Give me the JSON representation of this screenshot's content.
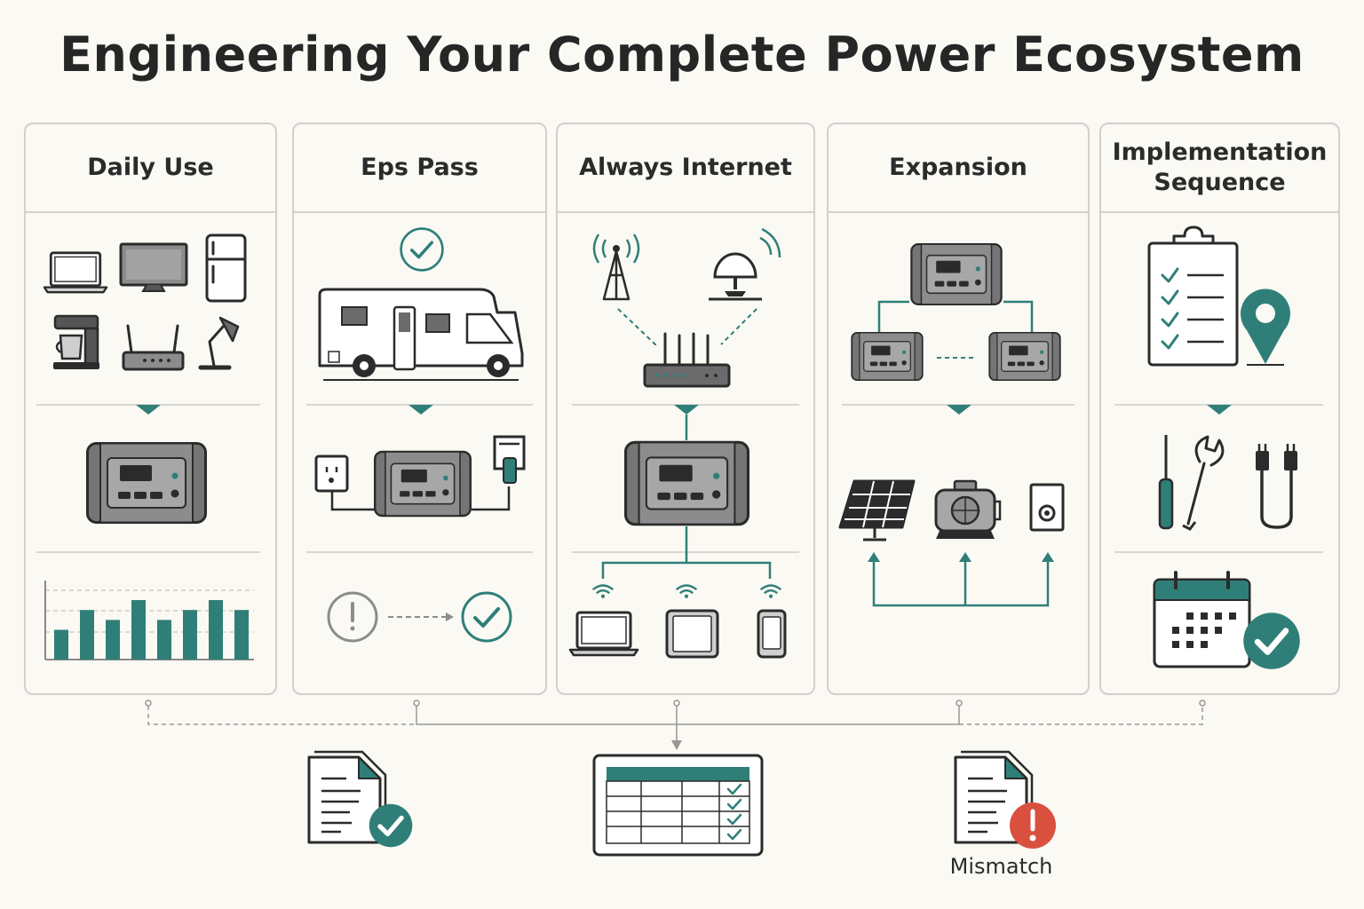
{
  "title": "Engineering Your Complete Power Ecosystem",
  "panels": [
    {
      "label": "Daily Use"
    },
    {
      "label": "Eps Pass"
    },
    {
      "label": "Always Internet"
    },
    {
      "label": "Expansion"
    },
    {
      "label": "Implementation Sequence"
    }
  ],
  "outputs": {
    "mismatch_label": "Mismatch"
  },
  "chart_data": {
    "type": "bar",
    "values": [
      3,
      5,
      4,
      6,
      4,
      5,
      6,
      5
    ]
  },
  "colors": {
    "accent": "#2f7f78",
    "alert": "#d9503f",
    "device": "#6b6b6b",
    "line": "#2b2b2b"
  }
}
